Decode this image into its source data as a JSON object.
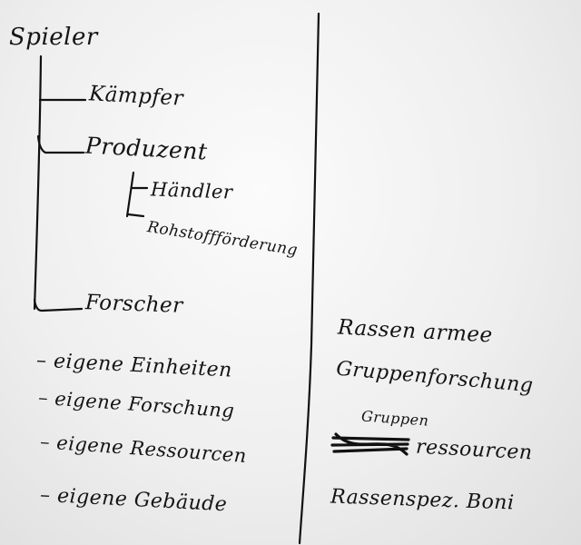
{
  "tree": {
    "root": "Spieler",
    "branches": [
      {
        "label": "Kämpfer"
      },
      {
        "label": "Produzent",
        "children": [
          {
            "label": "Händler"
          },
          {
            "label": "Rohstoffförderung"
          }
        ]
      },
      {
        "label": "Forscher"
      }
    ]
  },
  "player_features": [
    "– eigene Einheiten",
    "– eigene Forschung",
    "– eigene Ressourcen",
    "– eigene Gebäude"
  ],
  "race_features": [
    "Rassen armee",
    "Gruppenforschung",
    "Gruppen",
    "ressourcen",
    "Rassenspez. Boni"
  ]
}
